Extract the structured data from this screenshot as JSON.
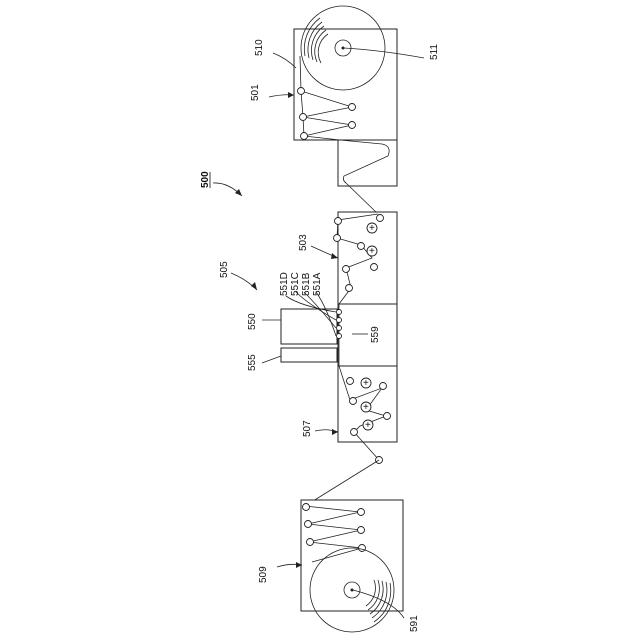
{
  "labels": {
    "system": "500",
    "unwind_unit": "501",
    "print_unit": "503",
    "print_section": "505",
    "dry_unit": "507",
    "rewind_unit": "509",
    "supply_roll": "510",
    "supply_roll_core": "511",
    "inkjet_head": "550",
    "nozzle_d": "551D",
    "nozzle_c": "551C",
    "nozzle_b": "551B",
    "nozzle_a": "551A",
    "head_cleaner": "555",
    "platen": "559",
    "takeup_roll_core": "591"
  }
}
